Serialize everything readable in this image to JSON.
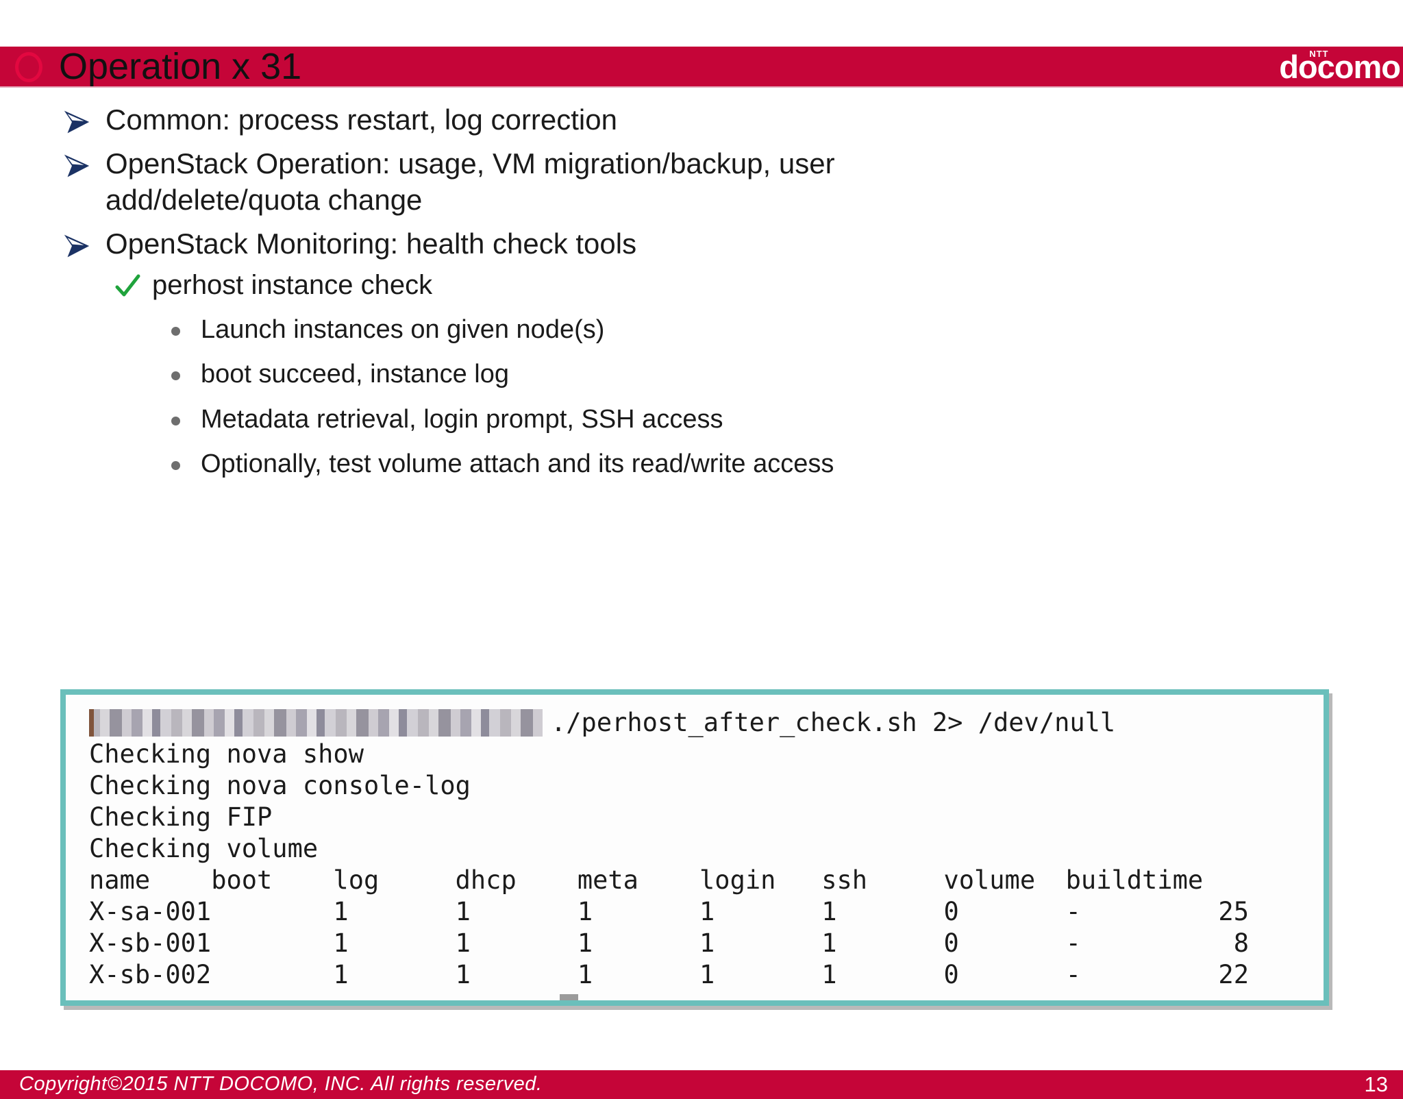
{
  "brand": {
    "ntt": "NTT",
    "name": "docomo"
  },
  "slide": {
    "title": "Operation x 31",
    "level1": [
      {
        "lines": [
          "Common: process restart, log correction"
        ]
      },
      {
        "lines": [
          "OpenStack Operation: usage, VM migration/backup, user",
          "add/delete/quota change"
        ]
      },
      {
        "lines": [
          "OpenStack Monitoring: health check tools"
        ]
      }
    ],
    "level2": [
      {
        "text": "perhost instance check"
      }
    ],
    "level3": [
      {
        "text": "Launch instances on given node(s)"
      },
      {
        "text": "boot succeed, instance log"
      },
      {
        "text": "Metadata retrieval, login prompt, SSH access"
      },
      {
        "text": "Optionally, test volume attach and its read/write access"
      }
    ]
  },
  "terminal": {
    "command": "./perhost_after_check.sh 2> /dev/null",
    "redaction_note": "pixelated-prompt-blur",
    "output_lines": [
      "Checking nova show",
      "Checking nova console-log",
      "Checking FIP",
      "Checking volume"
    ],
    "table": {
      "columns": [
        "name",
        "boot",
        "log",
        "dhcp",
        "meta",
        "login",
        "ssh",
        "volume",
        "buildtime"
      ],
      "rows": [
        [
          "X-sa-001",
          "1",
          "1",
          "1",
          "1",
          "1",
          "0",
          "-",
          "25"
        ],
        [
          "X-sb-001",
          "1",
          "1",
          "1",
          "1",
          "1",
          "0",
          "-",
          "8"
        ],
        [
          "X-sb-002",
          "1",
          "1",
          "1",
          "1",
          "1",
          "0",
          "-",
          "22"
        ]
      ]
    }
  },
  "footer": {
    "copyright": "Copyright©2015 NTT DOCOMO, INC. All rights reserved.",
    "page_number": "13"
  },
  "colors": {
    "brand_red": "#C50538",
    "terminal_border": "#6ABFBB",
    "arrow_navy": "#1B3264",
    "check_green": "#1FA33C",
    "bullet_gray": "#6E6E6E",
    "title_circle_red": "#E30840"
  }
}
